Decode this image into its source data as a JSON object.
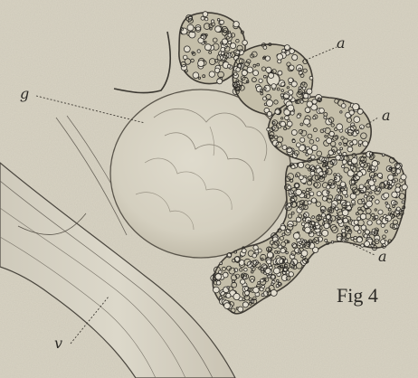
{
  "figure": {
    "caption": "Fig 4",
    "background_color": "#d9d4c4",
    "ink_color": "#2c2a26",
    "labels": {
      "a1": "a",
      "a2": "a",
      "a3": "a",
      "g": "g",
      "v": "v"
    }
  }
}
